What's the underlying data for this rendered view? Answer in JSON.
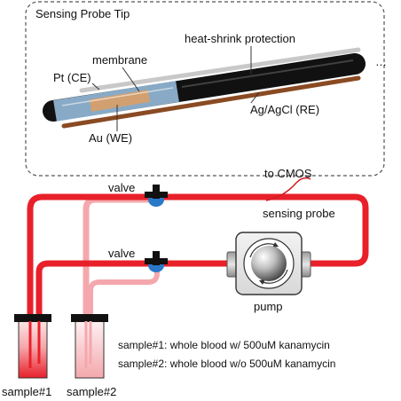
{
  "panel": {
    "title": "Sensing Probe Tip",
    "labels": {
      "heat_shrink": "heat-shrink protection",
      "membrane": "membrane",
      "pt_ce": "Pt (CE)",
      "ag_agcl_re": "Ag/AgCl (RE)",
      "au_we": "Au (WE)",
      "ellipsis": "…"
    }
  },
  "circuit": {
    "to_cmos": "to CMOS",
    "sensing_probe": "sensing probe",
    "valve_top": "valve",
    "valve_bottom": "valve",
    "pump": "pump",
    "sample1_label": "sample#1",
    "sample2_label": "sample#2",
    "legend": [
      "sample#1: whole blood w/ 500uM kanamycin",
      "sample#2: whole blood w/o 500uM kanamycin"
    ]
  },
  "colors": {
    "tube_main": "#e8202a",
    "tube_light": "#f4a8ad",
    "valve_blue": "#2a78c8",
    "probe_black": "#111111",
    "pt_wire": "#c8c8c8",
    "ag_wire": "#8a4a22",
    "membrane_blue": "#9dc6e6",
    "au_gold": "#d2a070"
  }
}
